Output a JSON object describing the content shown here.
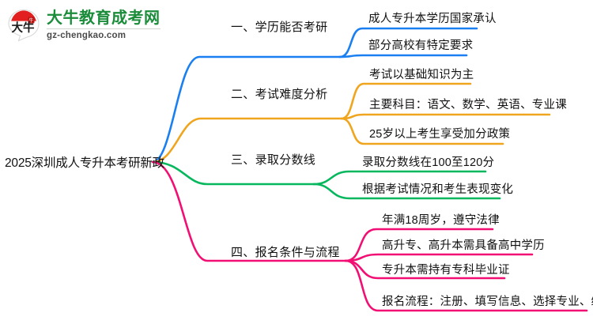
{
  "logo": {
    "mark_text": "大牛",
    "name_cn": "大牛教育成考网",
    "name_en": "gz-chengkao.com",
    "brand_green": "#1a8c3a",
    "mark_red": "#e1201f"
  },
  "mindmap": {
    "root": {
      "label": "2025深圳成人专升本考研新政"
    },
    "branches": [
      {
        "label": "一、学历能否考研",
        "color": "#1a7ff0",
        "leaves": [
          "成人专升本学历国家承认",
          "部分高校有特定要求"
        ]
      },
      {
        "label": "二、考试难度分析",
        "color": "#f0a51e",
        "leaves": [
          "考试以基础知识为主",
          "主要科目：语文、数学、英语、专业课",
          "25岁以上考生享受加分政策"
        ]
      },
      {
        "label": "三、录取分数线",
        "color": "#07b75e",
        "leaves": [
          "录取分数线在100至120分",
          "根据考试情况和考生表现变化"
        ]
      },
      {
        "label": "四、报名条件与流程",
        "color": "#f20f74",
        "leaves": [
          "年满18周岁，遵守法律",
          "高升专、高升本需具备高中学历",
          "专升本需持有专科毕业证",
          "报名流程：注册、填写信息、选择专业、缴费"
        ]
      }
    ]
  }
}
